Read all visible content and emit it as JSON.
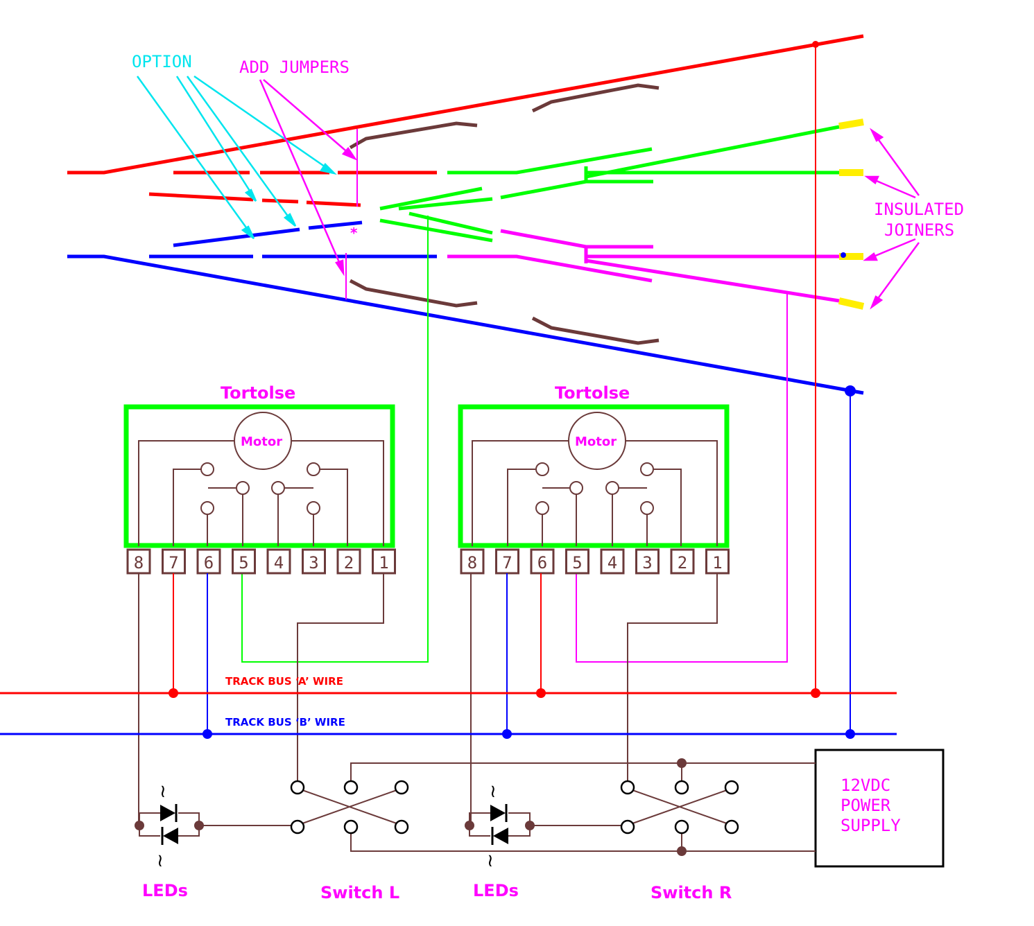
{
  "colors": {
    "rail_a": "#ff0000",
    "rail_b": "#0000ff",
    "frog_l": "#00ff00",
    "frog_r": "#ff00ff",
    "guard": "#6b3a3a",
    "wire": "#6b3a3a",
    "tortoise_box": "#00ff00",
    "label_option": "#00e5ee",
    "label_magenta": "#ff00ff",
    "joiner": "#ffee00",
    "psu_border": "#000000"
  },
  "labels": {
    "option": "OPTION",
    "add_jumpers": "ADD JUMPERS",
    "insulated_line1": "INSULATED",
    "insulated_line2": "JOINERS",
    "asterisk": "*",
    "tortoise_left": "Tortolse",
    "tortoise_right": "Tortolse",
    "motor_left": "Motor",
    "motor_right": "Motor",
    "bus_a": "TRACK BUS ‘A’ WIRE",
    "bus_b": "TRACK BUS ‘B’ WIRE",
    "psu_line1": "12VDC",
    "psu_line2": "POWER",
    "psu_line3": "SUPPLY",
    "leds_left": "LEDs",
    "leds_right": "LEDs",
    "switch_left": "Switch L",
    "switch_right": "Switch R"
  },
  "terminals_left": [
    "8",
    "7",
    "6",
    "5",
    "4",
    "3",
    "2",
    "1"
  ],
  "terminals_right": [
    "8",
    "7",
    "6",
    "5",
    "4",
    "3",
    "2",
    "1"
  ]
}
